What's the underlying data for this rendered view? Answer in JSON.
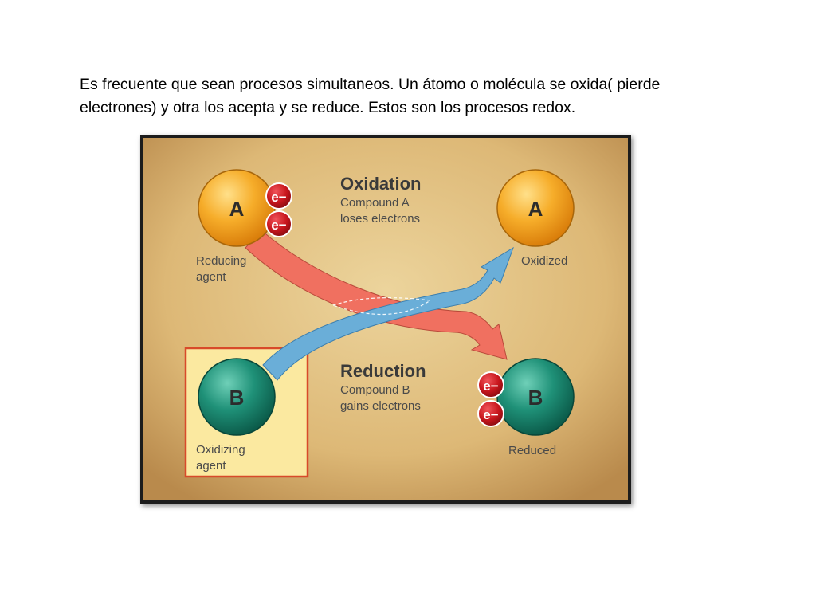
{
  "caption": {
    "line1": "Es frecuente que sean procesos simultaneos.  Un átomo o molécula se oxida( pierde",
    "line2": "electrones) y otra los acepta y se reduce. Estos son los procesos redox."
  },
  "diagram": {
    "oxidation": {
      "title": "Oxidation",
      "line1": "Compound A",
      "line2": "loses electrons"
    },
    "reduction": {
      "title": "Reduction",
      "line1": "Compound B",
      "line2": "gains electrons"
    },
    "atom_a_label": "A",
    "atom_b_label": "B",
    "electron_label": "e−",
    "reducing_agent": {
      "line1": "Reducing",
      "line2": "agent"
    },
    "oxidizing_agent": {
      "line1": "Oxidizing",
      "line2": "agent"
    },
    "oxidized_label": "Oxidized",
    "reduced_label": "Reduced",
    "colors": {
      "background": "#dcb873",
      "atom_a": "#f2a41c",
      "atom_b": "#1e8c74",
      "electron": "#c8161d",
      "red_arrow": "#f07060",
      "blue_arrow": "#6aaed8",
      "agent_box": "#fbe9a0",
      "agent_box_border": "#d84a2a"
    }
  }
}
